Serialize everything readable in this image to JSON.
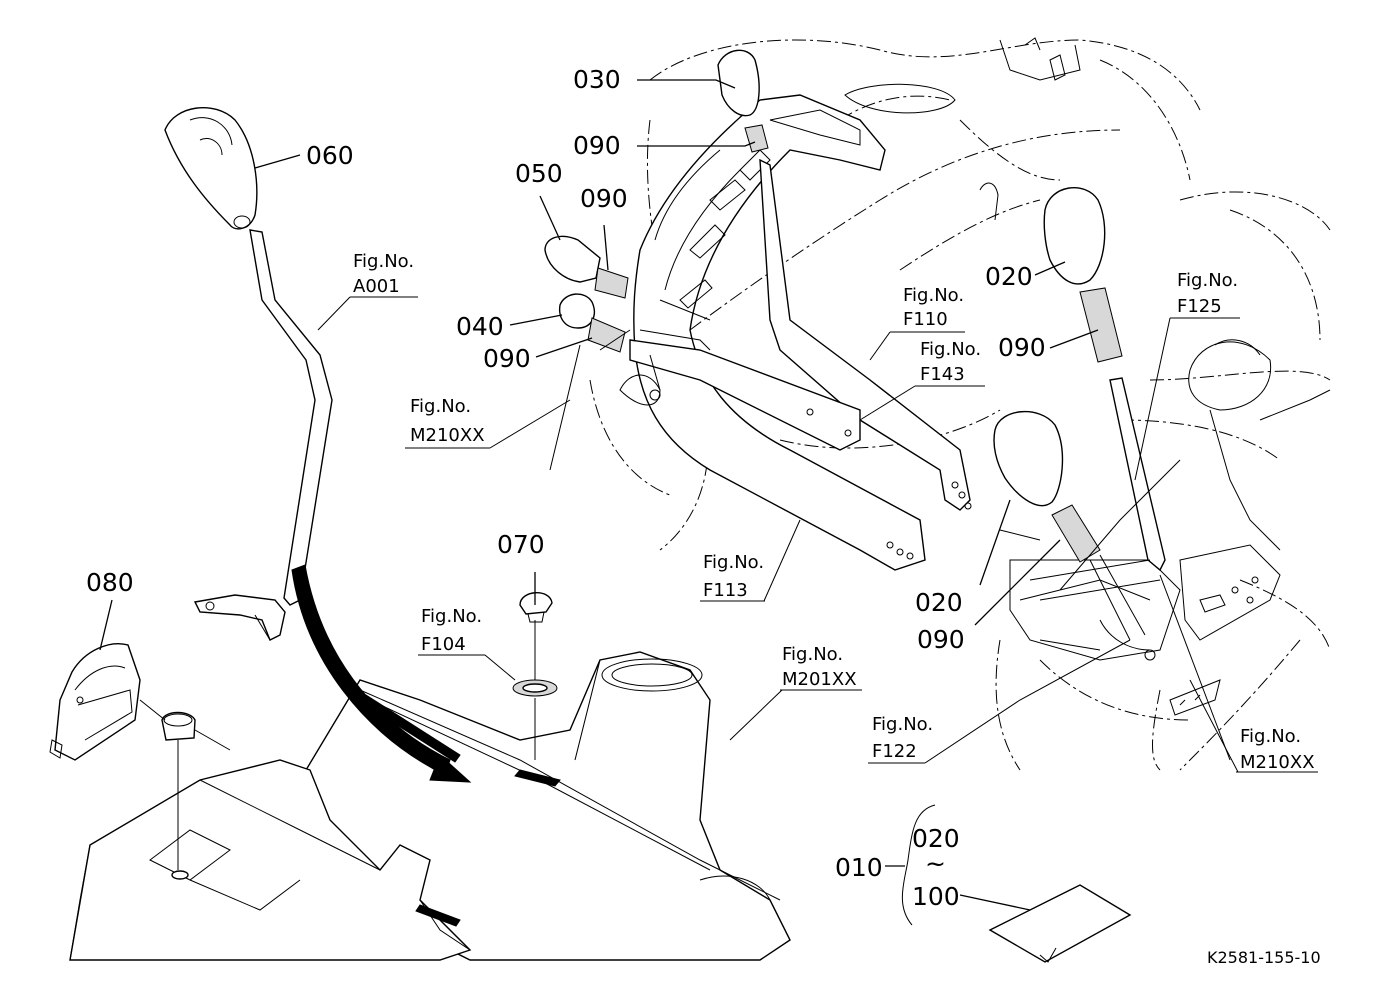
{
  "callouts": {
    "p030": "030",
    "p090a": "090",
    "p050": "050",
    "p090b": "090",
    "p040": "040",
    "p090c": "090",
    "p060": "060",
    "p020a": "020",
    "p090d": "090",
    "p020b": "020",
    "p090e": "090",
    "p070": "070",
    "p080": "080",
    "p010": "010",
    "p020c": "020",
    "tilde": "~",
    "p100": "100"
  },
  "fig_refs": {
    "a001": {
      "title": "Fig.No.",
      "code": "A001"
    },
    "f110": {
      "title": "Fig.No.",
      "code": "F110"
    },
    "f143": {
      "title": "Fig.No.",
      "code": "F143"
    },
    "m210_left": {
      "title": "Fig.No.",
      "code": "M210XX"
    },
    "f113": {
      "title": "Fig.No.",
      "code": "F113"
    },
    "f125": {
      "title": "Fig.No.",
      "code": "F125"
    },
    "f104": {
      "title": "Fig.No.",
      "code": "F104"
    },
    "m201": {
      "title": "Fig.No.",
      "code": "M201XX"
    },
    "f122": {
      "title": "Fig.No.",
      "code": "F122"
    },
    "m210_right": {
      "title": "Fig.No.",
      "code": "M210XX"
    }
  },
  "drawing_code": "K2581-155-10"
}
